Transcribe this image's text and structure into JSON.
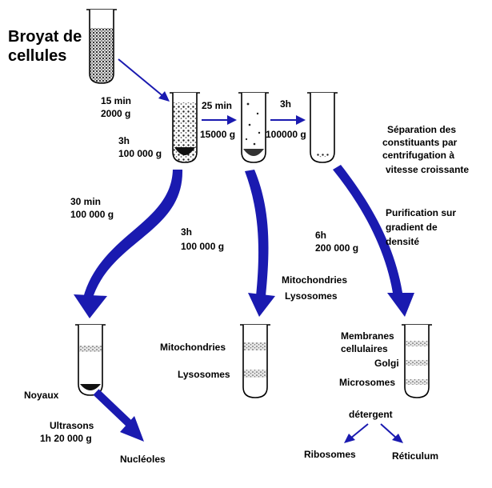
{
  "labels": {
    "broyat_1": "Broyat de",
    "broyat_2": "cellules",
    "step1_time": "15 min",
    "step1_force": "2000 g",
    "step2_time": "25 min",
    "step2_force": "15000 g",
    "step3_time": "3h",
    "step3_force": "100000 g",
    "tube2_time": "3h",
    "tube2_force": "100 000 g",
    "separation_1": "Séparation des",
    "separation_2": "constituants par",
    "separation_3": "centrifugation à",
    "separation_4": "vitesse croissante",
    "left_time": "30 min",
    "left_force": "100 000 g",
    "mid_time": "3h",
    "mid_force": "100 000 g",
    "right_time": "6h",
    "right_force": "200 000 g",
    "purif_1": "Purification sur",
    "purif_2": "gradient de",
    "purif_3": "densité",
    "mito_top": "Mitochondries",
    "lyso_top": "Lysosomes",
    "mito_band": "Mitochondries",
    "lyso_band": "Lysosomes",
    "membranes_1": "Membranes",
    "membranes_2": "cellulaires",
    "golgi": "Golgi",
    "microsomes": "Microsomes",
    "noyaux": "Noyaux",
    "ultrasons_1": "Ultrasons",
    "ultrasons_2": "1h 20 000 g",
    "nucleoles": "Nucléoles",
    "detergent": "détergent",
    "ribosomes": "Ribosomes",
    "reticulum": "Réticulum"
  },
  "colors": {
    "arrow": "#1a1ab0",
    "text": "#000000"
  }
}
